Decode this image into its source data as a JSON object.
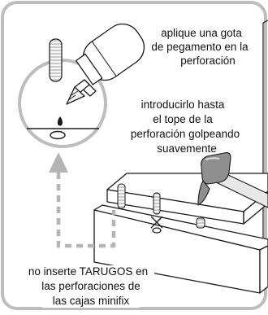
{
  "instructions": {
    "step1": [
      "aplique una gota",
      "de pegamento en la",
      "perforación"
    ],
    "step2": [
      "introducirlo hasta",
      "el tope de la",
      "perforación golpeando",
      "suavemente"
    ],
    "warning": [
      "no inserte TARUGOS en",
      "las perforaciones de",
      "las cajas minifix"
    ]
  },
  "colors": {
    "frame": "#bdbdbd",
    "line": "#1a1a1a",
    "arrow": "#b5b5b5",
    "hammer_head": "#8f8f8f",
    "handle": "#e8e8e8"
  },
  "icons": [
    "glue-bottle-icon",
    "dowel-icon",
    "drip-icon",
    "hammer-icon",
    "cross-out-icon",
    "dashed-arrow-icon"
  ]
}
